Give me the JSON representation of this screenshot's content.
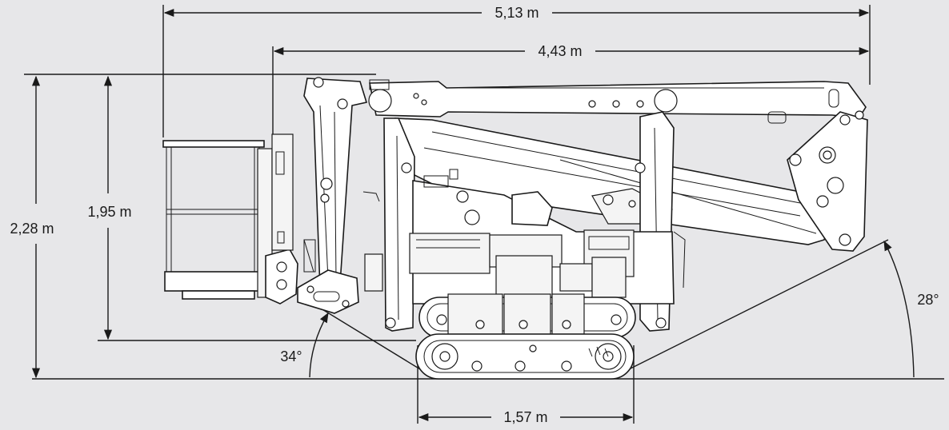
{
  "dimensions": {
    "overall_length": "5,13 m",
    "boom_length": "4,43 m",
    "total_height": "2,28 m",
    "body_height": "1,95 m",
    "track_width": "1,57 m"
  },
  "angles": {
    "front_angle": "34°",
    "rear_angle": "28°"
  },
  "colors": {
    "background": "#e7e7e9",
    "line": "#1a1a1a",
    "machine_fill": "#ffffff"
  }
}
